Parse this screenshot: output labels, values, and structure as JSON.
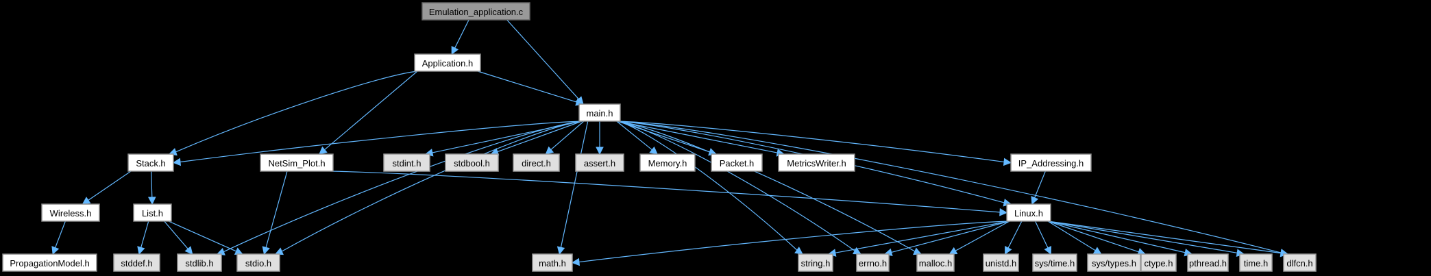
{
  "diagram": {
    "type": "include-dependency-graph",
    "colors": {
      "background": "#000000",
      "edge": "#63b8ff",
      "local_node_fill": "#ffffff",
      "system_node_fill": "#e0e0e0",
      "root_node_fill": "#999999"
    },
    "nodes": [
      {
        "id": "emulation_application_c",
        "label": "Emulation_application.c",
        "kind": "root"
      },
      {
        "id": "application_h",
        "label": "Application.h",
        "kind": "local"
      },
      {
        "id": "main_h",
        "label": "main.h",
        "kind": "local"
      },
      {
        "id": "stack_h",
        "label": "Stack.h",
        "kind": "local"
      },
      {
        "id": "netsim_plot_h",
        "label": "NetSim_Plot.h",
        "kind": "local"
      },
      {
        "id": "stdint_h",
        "label": "stdint.h",
        "kind": "system"
      },
      {
        "id": "stdbool_h",
        "label": "stdbool.h",
        "kind": "system"
      },
      {
        "id": "direct_h",
        "label": "direct.h",
        "kind": "system"
      },
      {
        "id": "assert_h",
        "label": "assert.h",
        "kind": "system"
      },
      {
        "id": "memory_h",
        "label": "Memory.h",
        "kind": "local"
      },
      {
        "id": "packet_h",
        "label": "Packet.h",
        "kind": "local"
      },
      {
        "id": "metricswriter_h",
        "label": "MetricsWriter.h",
        "kind": "local"
      },
      {
        "id": "ip_addressing_h",
        "label": "IP_Addressing.h",
        "kind": "local"
      },
      {
        "id": "wireless_h",
        "label": "Wireless.h",
        "kind": "local"
      },
      {
        "id": "list_h",
        "label": "List.h",
        "kind": "local"
      },
      {
        "id": "linux_h",
        "label": "Linux.h",
        "kind": "local"
      },
      {
        "id": "propagationmodel_h",
        "label": "PropagationModel.h",
        "kind": "local"
      },
      {
        "id": "stddef_h",
        "label": "stddef.h",
        "kind": "system"
      },
      {
        "id": "stdlib_h",
        "label": "stdlib.h",
        "kind": "system"
      },
      {
        "id": "stdio_h",
        "label": "stdio.h",
        "kind": "system"
      },
      {
        "id": "math_h",
        "label": "math.h",
        "kind": "system"
      },
      {
        "id": "string_h",
        "label": "string.h",
        "kind": "system"
      },
      {
        "id": "errno_h",
        "label": "errno.h",
        "kind": "system"
      },
      {
        "id": "malloc_h",
        "label": "malloc.h",
        "kind": "system"
      },
      {
        "id": "unistd_h",
        "label": "unistd.h",
        "kind": "system"
      },
      {
        "id": "sys_time_h",
        "label": "sys/time.h",
        "kind": "system"
      },
      {
        "id": "sys_types_h",
        "label": "sys/types.h",
        "kind": "system"
      },
      {
        "id": "ctype_h",
        "label": "ctype.h",
        "kind": "system"
      },
      {
        "id": "pthread_h",
        "label": "pthread.h",
        "kind": "system"
      },
      {
        "id": "time_h",
        "label": "time.h",
        "kind": "system"
      },
      {
        "id": "dlfcn_h",
        "label": "dlfcn.h",
        "kind": "system"
      }
    ],
    "edges": [
      {
        "from": "emulation_application_c",
        "to": "application_h"
      },
      {
        "from": "emulation_application_c",
        "to": "main_h"
      },
      {
        "from": "application_h",
        "to": "main_h"
      },
      {
        "from": "application_h",
        "to": "stack_h"
      },
      {
        "from": "application_h",
        "to": "netsim_plot_h"
      },
      {
        "from": "main_h",
        "to": "stack_h"
      },
      {
        "from": "main_h",
        "to": "stdint_h"
      },
      {
        "from": "main_h",
        "to": "stdbool_h"
      },
      {
        "from": "main_h",
        "to": "direct_h"
      },
      {
        "from": "main_h",
        "to": "assert_h"
      },
      {
        "from": "main_h",
        "to": "memory_h"
      },
      {
        "from": "main_h",
        "to": "packet_h"
      },
      {
        "from": "main_h",
        "to": "metricswriter_h"
      },
      {
        "from": "main_h",
        "to": "ip_addressing_h"
      },
      {
        "from": "main_h",
        "to": "linux_h"
      },
      {
        "from": "main_h",
        "to": "stdlib_h"
      },
      {
        "from": "main_h",
        "to": "stdio_h"
      },
      {
        "from": "main_h",
        "to": "math_h"
      },
      {
        "from": "main_h",
        "to": "string_h"
      },
      {
        "from": "main_h",
        "to": "errno_h"
      },
      {
        "from": "main_h",
        "to": "malloc_h"
      },
      {
        "from": "main_h",
        "to": "dlfcn_h"
      },
      {
        "from": "stack_h",
        "to": "wireless_h"
      },
      {
        "from": "stack_h",
        "to": "list_h"
      },
      {
        "from": "wireless_h",
        "to": "propagationmodel_h"
      },
      {
        "from": "list_h",
        "to": "stddef_h"
      },
      {
        "from": "list_h",
        "to": "stdlib_h"
      },
      {
        "from": "list_h",
        "to": "stdio_h"
      },
      {
        "from": "netsim_plot_h",
        "to": "stdio_h"
      },
      {
        "from": "netsim_plot_h",
        "to": "linux_h"
      },
      {
        "from": "ip_addressing_h",
        "to": "linux_h"
      },
      {
        "from": "linux_h",
        "to": "math_h"
      },
      {
        "from": "linux_h",
        "to": "string_h"
      },
      {
        "from": "linux_h",
        "to": "errno_h"
      },
      {
        "from": "linux_h",
        "to": "malloc_h"
      },
      {
        "from": "linux_h",
        "to": "unistd_h"
      },
      {
        "from": "linux_h",
        "to": "sys_time_h"
      },
      {
        "from": "linux_h",
        "to": "sys_types_h"
      },
      {
        "from": "linux_h",
        "to": "ctype_h"
      },
      {
        "from": "linux_h",
        "to": "pthread_h"
      },
      {
        "from": "linux_h",
        "to": "time_h"
      },
      {
        "from": "linux_h",
        "to": "dlfcn_h"
      }
    ]
  }
}
